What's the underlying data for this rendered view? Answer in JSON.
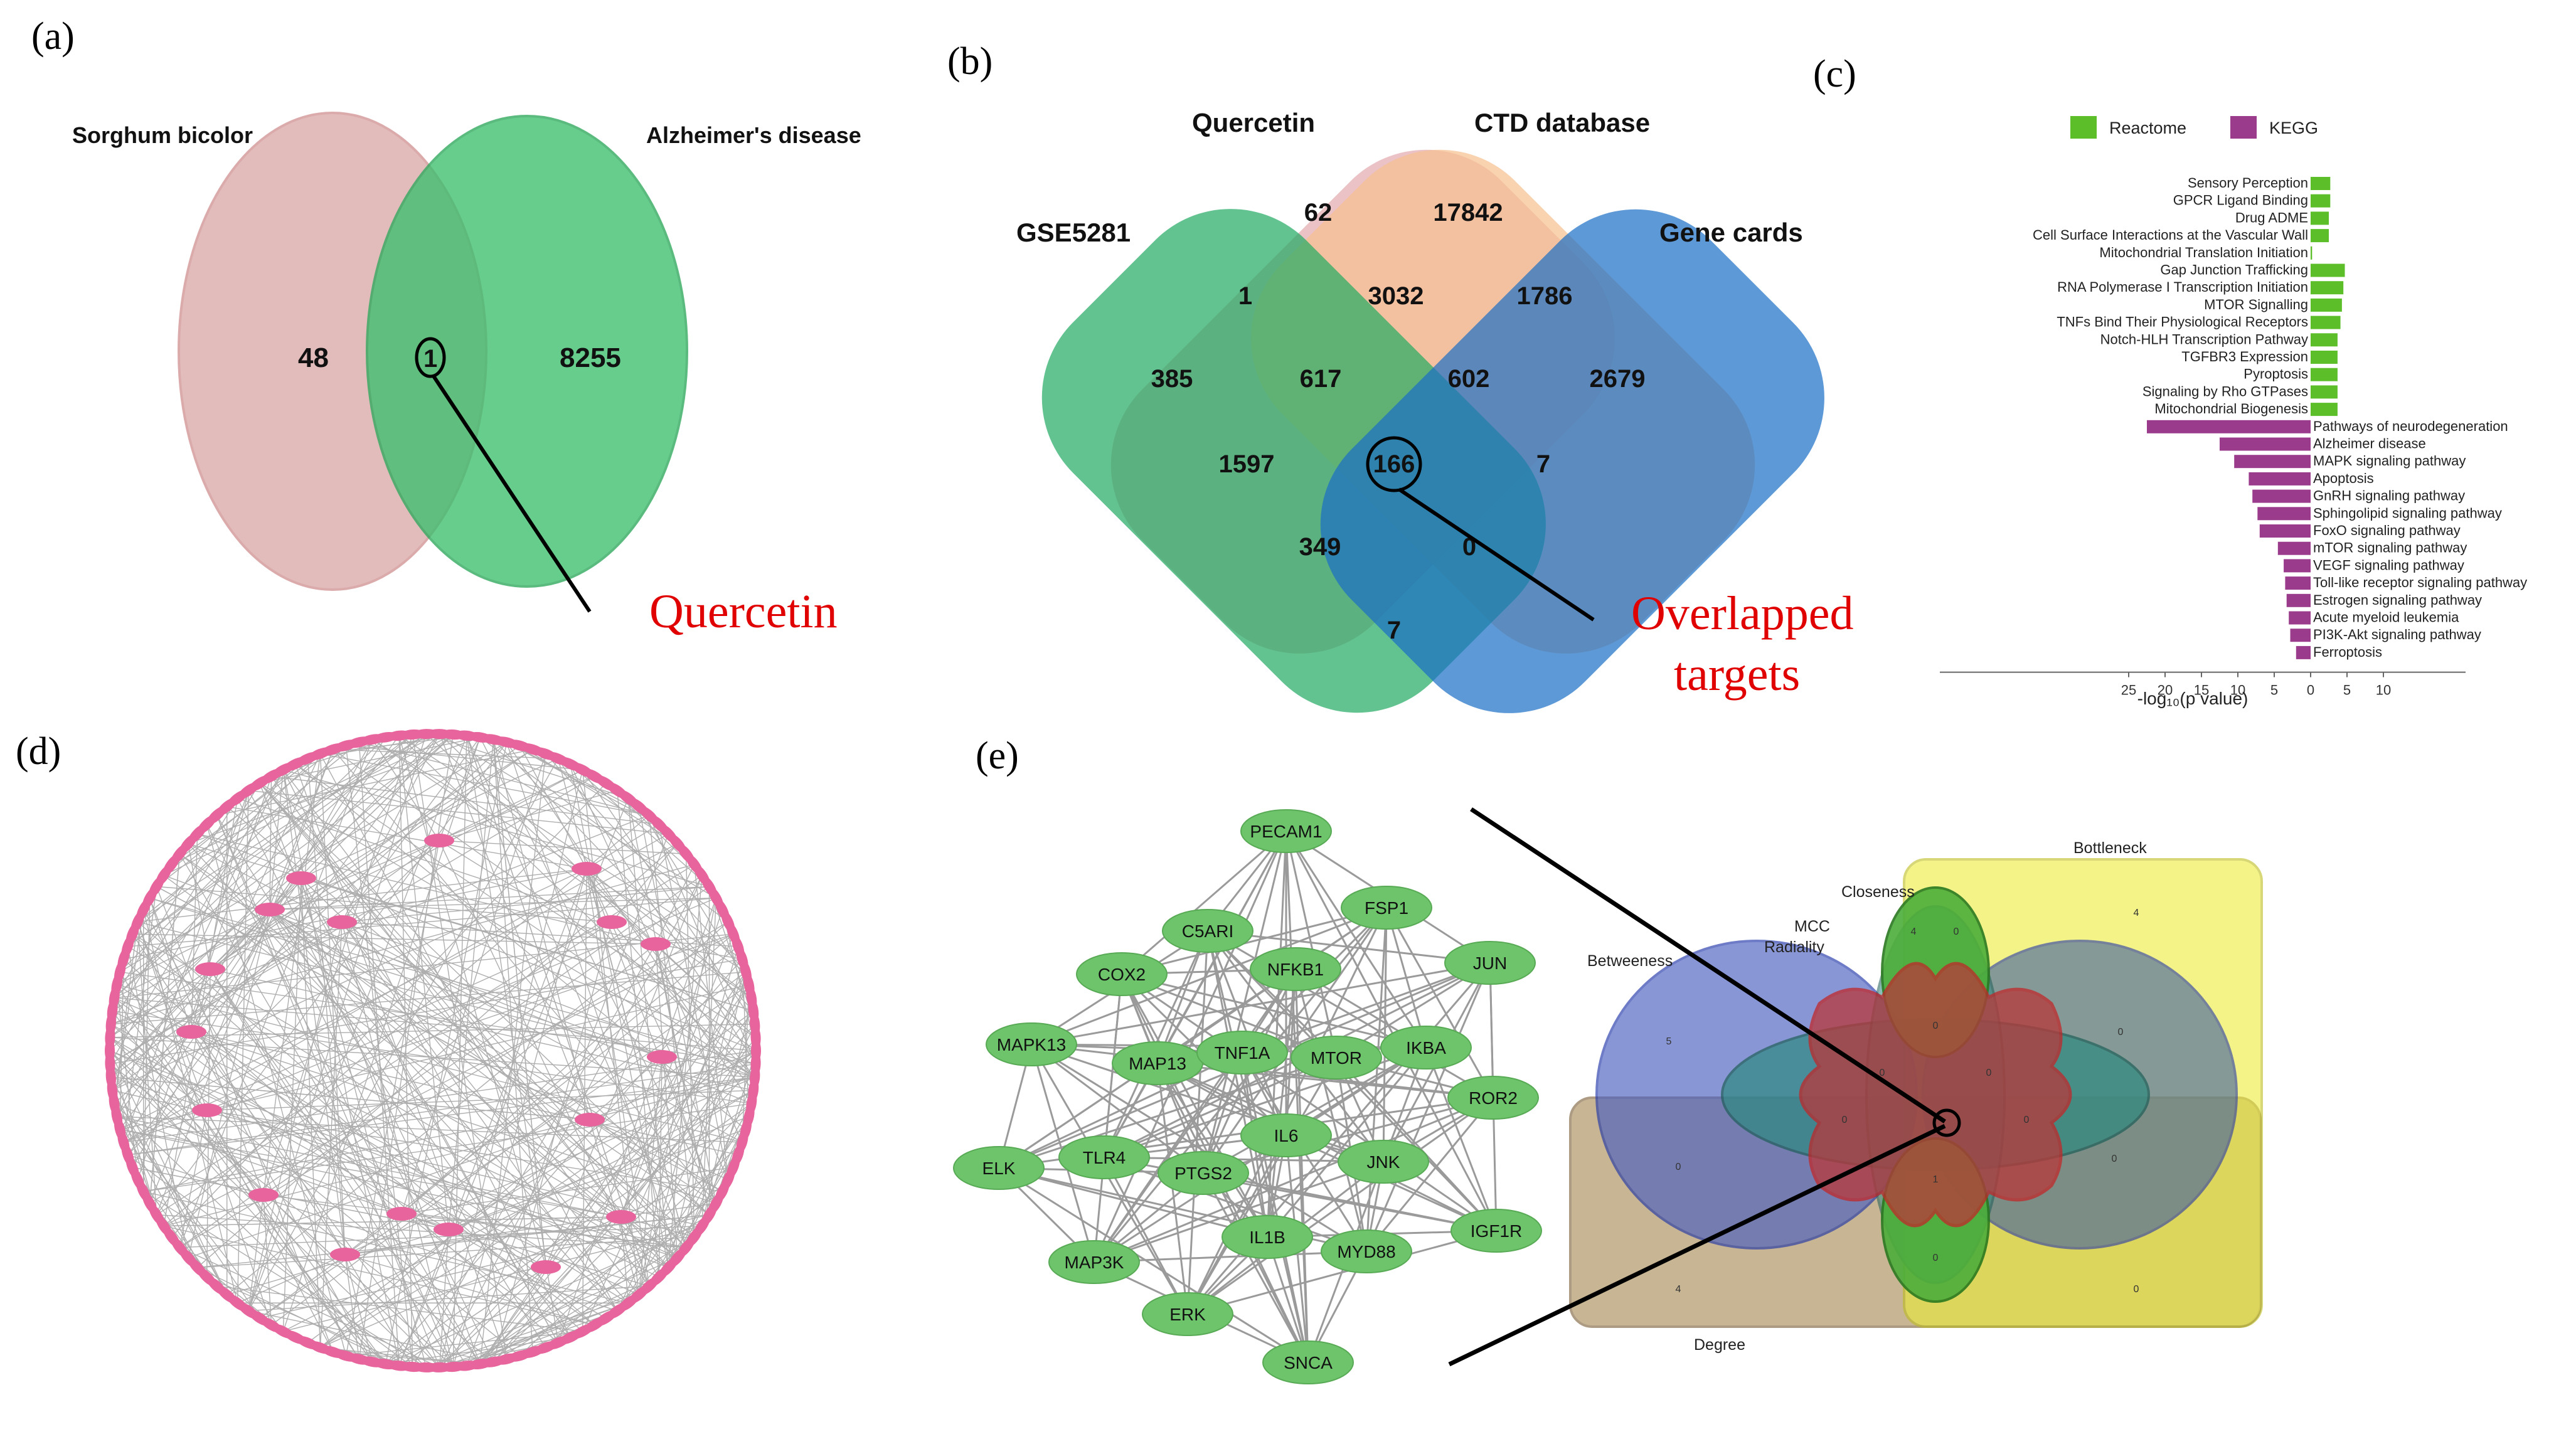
{
  "panels": {
    "a": {
      "letter": "(a)",
      "left_title": "Sorghum bicolor",
      "right_title": "Alzheimer's disease",
      "left_only": "48",
      "intersection": "1",
      "right_only": "8255",
      "callout": "Quercetin"
    },
    "b": {
      "letter": "(b)",
      "set1": "GSE5281",
      "set2": "Quercetin",
      "set3": "CTD database",
      "set4": "Gene cards",
      "v62": "62",
      "v17842": "17842",
      "v1": "1",
      "v3032": "3032",
      "v1786": "1786",
      "v385": "385",
      "v617": "617",
      "v602": "602",
      "v2679": "2679",
      "v1597": "1597",
      "v166": "166",
      "v7a": "7",
      "v349": "349",
      "v0": "0",
      "v7b": "7",
      "callout_line1": "Overlapped",
      "callout_line2": "targets"
    },
    "c": {
      "letter": "(c)",
      "legend_reactome": "Reactome",
      "legend_kegg": "KEGG",
      "xlabel": "-log₁₀(p value)",
      "colors": {
        "reactome": "#5cbf2a",
        "kegg": "#9b3b8c"
      }
    },
    "d": {
      "letter": "(d)"
    },
    "e": {
      "letter": "(e)",
      "nodes": [
        "PECAM1",
        "FSP1",
        "C5ARI",
        "NFKB1",
        "JUN",
        "COX2",
        "MAPK13",
        "MAP13",
        "TNF1A",
        "MTOR",
        "IKBA",
        "ROR2",
        "IL6",
        "ELK",
        "TLR4",
        "PTGS2",
        "JNK",
        "IL1B",
        "MYD88",
        "IGF1R",
        "MAP3K",
        "ERK",
        "SNCA"
      ],
      "venn_labels": {
        "bottleneck": "Bottleneck",
        "closeness": "Closeness",
        "mcc": "MCC",
        "radiality": "Radiality",
        "betweeness": "Betweeness",
        "degree": "Degree"
      }
    }
  },
  "chart_data": {
    "type": "bar",
    "orientation": "horizontal",
    "xlabel": "-log₁₀(p value)",
    "xticks": [
      25,
      20,
      15,
      10,
      5,
      0,
      5,
      10
    ],
    "series": [
      {
        "name": "Reactome",
        "color": "#5cbf2a",
        "direction": "right",
        "categories": [
          "Sensory Perception",
          "GPCR Ligand Binding",
          "Drug ADME",
          "Cell Surface Interactions at the Vascular Wall",
          "Mitochondrial Translation Initiation",
          "Gap Junction Trafficking",
          "RNA Polymerase I Transcription Initiation",
          "MTOR Signalling",
          "TNFs Bind Their Physiological Receptors",
          "Notch-HLH Transcription Pathway",
          "TGFBR3 Expression",
          "Pyroptosis",
          "Signaling by Rho GTPases",
          "Mitochondrial Biogenesis"
        ],
        "values": [
          2.7,
          2.7,
          2.5,
          2.5,
          0.2,
          4.7,
          4.5,
          4.3,
          4.1,
          3.7,
          3.7,
          3.7,
          3.7,
          3.7
        ]
      },
      {
        "name": "KEGG",
        "color": "#9b3b8c",
        "direction": "left",
        "categories": [
          "Pathways of neurodegeneration",
          "Alzheimer disease",
          "MAPK signaling pathway",
          "Apoptosis",
          "GnRH signaling pathway",
          "Sphingolipid signaling pathway",
          "FoxO signaling pathway",
          "mTOR signaling pathway",
          "VEGF signaling pathway",
          "Toll-like receptor signaling pathway",
          "Estrogen signaling pathway",
          "Acute myeloid leukemia",
          "PI3K-Akt signaling pathway",
          "Ferroptosis"
        ],
        "values": [
          22.5,
          12.5,
          10.5,
          8.5,
          8.0,
          7.3,
          7.0,
          4.5,
          3.7,
          3.5,
          3.3,
          3.0,
          2.8,
          2.0
        ]
      }
    ]
  }
}
